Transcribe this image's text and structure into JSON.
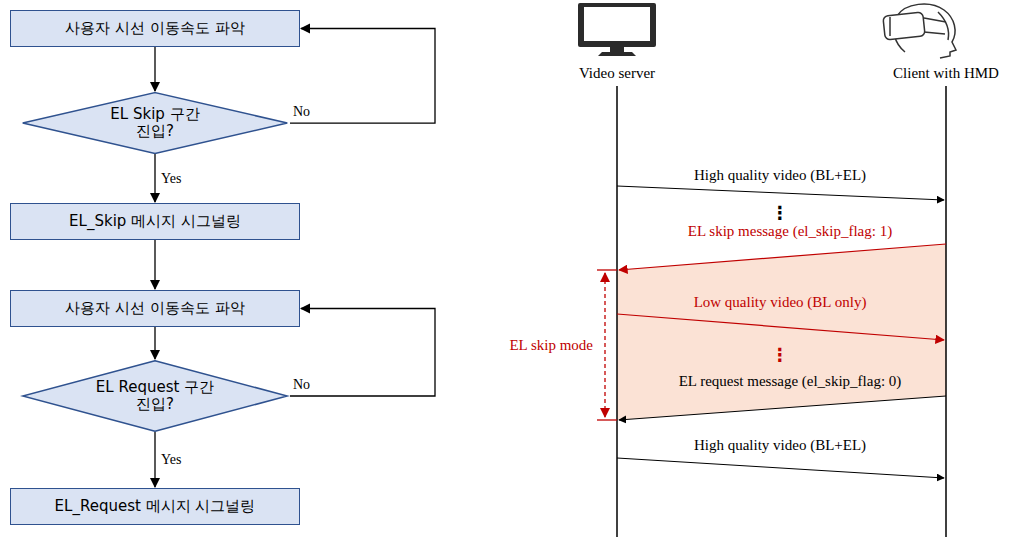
{
  "diagram": {
    "nodes": [
      {
        "text": [
          "사용자 시선 이동속도 파악"
        ]
      },
      {
        "text": [
          "EL Skip 구간 진입?"
        ]
      },
      {
        "text": [
          "EL_Skip 메시지 시그널링"
        ]
      },
      {
        "text": [
          "사용자 시선 이동속도 파악"
        ]
      },
      {
        "text": [
          "EL Request 구간 진입?"
        ]
      },
      {
        "text": [
          "EL_Request 메시지 시그널링"
        ]
      }
    ],
    "edges": [
      {
        "from": 0,
        "to": 1,
        "arrow": "to"
      },
      {
        "from": 1,
        "to": 0,
        "label": "No",
        "arrow": "to"
      },
      {
        "from": 1,
        "to": 2,
        "label": "Yes",
        "arrow": "to"
      },
      {
        "from": 2,
        "to": 3,
        "arrow": "to"
      },
      {
        "from": 3,
        "to": 4,
        "arrow": "to"
      },
      {
        "from": 4,
        "to": 3,
        "label": "No",
        "arrow": "to"
      },
      {
        "from": 4,
        "to": 5,
        "label": "Yes",
        "arrow": "to"
      }
    ],
    "labels": [
      "Video server",
      "Client with HMD",
      "High quality video (BL+EL)",
      "⋮",
      "EL skip message (el_skip_flag: 1)",
      "Low quality video  (BL only)",
      "⋮",
      "EL request message (el_skip_flag: 0)",
      "High quality video (BL+EL)",
      "EL skip mode"
    ]
  }
}
